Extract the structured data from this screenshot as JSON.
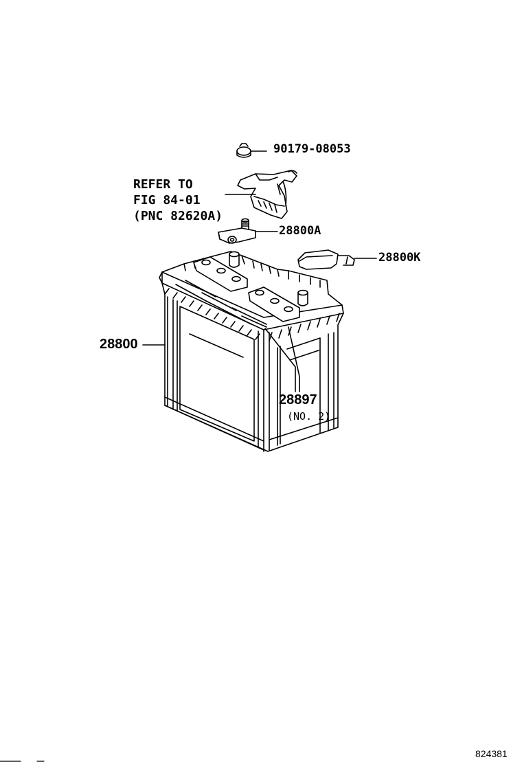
{
  "labels": {
    "bolt_part": "90179-08053",
    "refer_line1": "REFER TO",
    "refer_line2": "FIG 84-01",
    "refer_line3": "(PNC 82620A)",
    "terminal_part": "28800A",
    "cover_part": "28800K",
    "battery_part": "28800",
    "label_part": "28897",
    "label_qualifier": "(NO. 2)"
  },
  "figure_number": "824381"
}
